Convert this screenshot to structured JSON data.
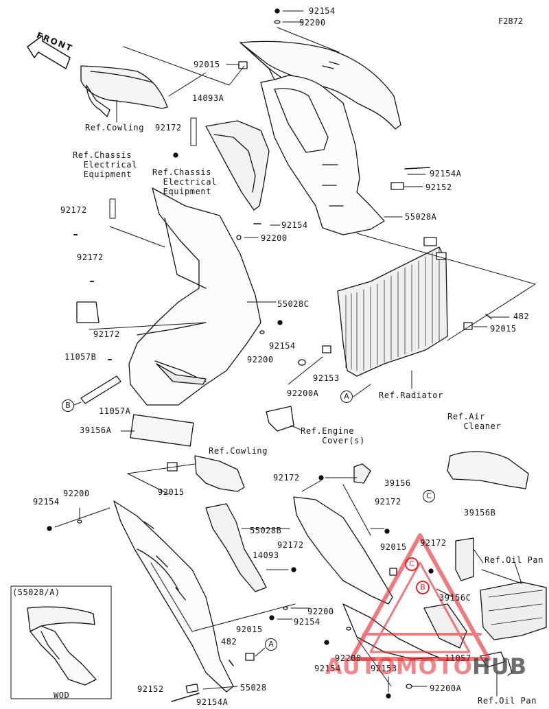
{
  "figure_code": "F2872",
  "front_label": "FRONT",
  "variant_box_label": "(55028/A)",
  "variant_wod_label": "WOD",
  "callouts": {
    "a": "A",
    "b": "B",
    "c": "C"
  },
  "parts": {
    "p92154_top": "92154",
    "p92200_top": "92200",
    "p92015_top": "92015",
    "p14093A": "14093A",
    "p92172_a": "92172",
    "p92172_b": "92172",
    "p92172_c": "92172",
    "p92172_d": "92172",
    "p92154A_right": "92154A",
    "p92152_right": "92152",
    "p55028A": "55028A",
    "p92154_mid": "92154",
    "p92200_mid": "92200",
    "p55028C": "55028C",
    "p482_right": "482",
    "p92015_right": "92015",
    "p11057B": "11057B",
    "p92154_mid2": "92154",
    "p92200_mid2": "92200",
    "p92153_mid": "92153",
    "p92200A_mid": "92200A",
    "p11057A": "11057A",
    "p39156A": "39156A",
    "p92015_low": "92015",
    "p92172_low": "92172",
    "p39156": "39156",
    "p92154_left": "92154",
    "p92200_left": "92200",
    "p55028B": "55028B",
    "p92172_low2": "92172",
    "p14093": "14093",
    "p92172_low3": "92172",
    "p92015_low2": "92015",
    "p92172_low4": "92172",
    "p39156B": "39156B",
    "p39156C": "39156C",
    "p92200_low": "92200",
    "p92154_low": "92154",
    "p92015_low3": "92015",
    "p482_low": "482",
    "p92200_low2": "92200",
    "p92154_low2": "92154",
    "p92153_low": "92153",
    "p11057": "11057",
    "p92152_low": "92152",
    "p55028": "55028",
    "p92154A_low": "92154A",
    "p92200A_low": "92200A"
  },
  "refs": {
    "cowling_top": "Ref.Cowling",
    "chassis_elec_left": "Ref.Chassis\n  Electrical\n  Equipment",
    "chassis_elec_mid": "Ref.Chassis\n  Electrical\n  Equipment",
    "radiator": "Ref.Radiator",
    "engine_cover": "Ref.Engine\n    Cover(s)",
    "cowling_mid": "Ref.Cowling",
    "air_cleaner": "Ref.Air\n   Cleaner",
    "oil_pan_top": "Ref.Oil Pan",
    "oil_pan_bottom": "Ref.Oil Pan"
  },
  "watermark": {
    "left": "AUTOMOTO",
    "right": "HUB",
    "color": "#e0262d"
  }
}
